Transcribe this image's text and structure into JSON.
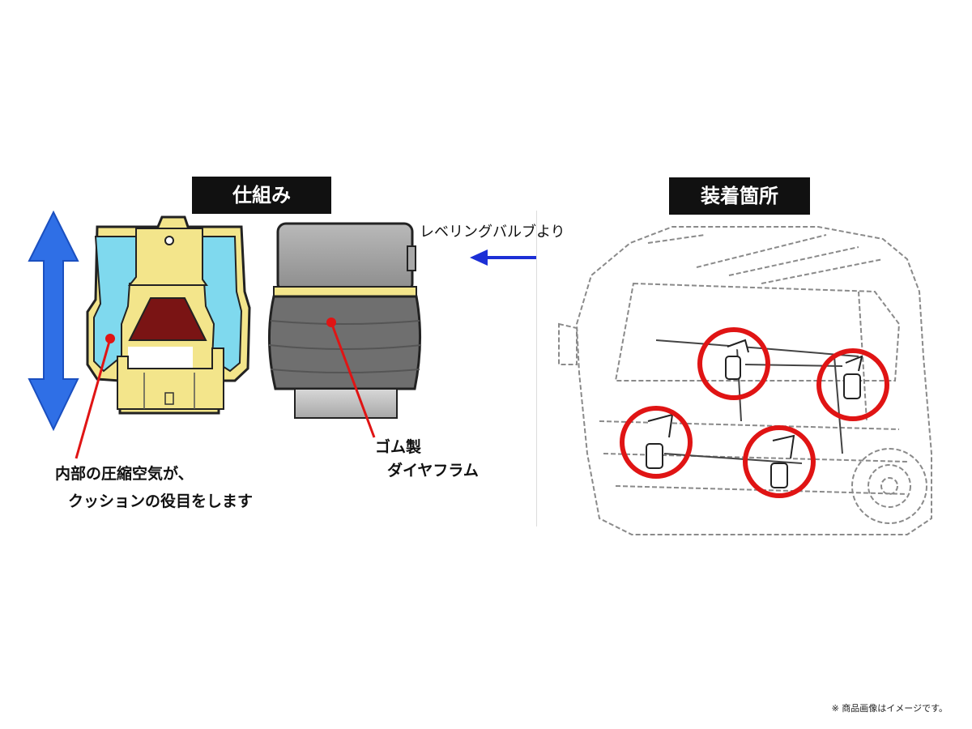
{
  "left_panel": {
    "title": "仕組み",
    "compressed_air_line1": "内部の圧縮空気が、",
    "compressed_air_line2": "クッションの役目をします",
    "rubber_line1": "ゴム製",
    "rubber_line2": "ダイヤフラム",
    "leveling_valve": "レベリングバルブより"
  },
  "right_panel": {
    "title": "装着箇所"
  },
  "footer": {
    "disclaimer": "※ 商品画像はイメージです。"
  },
  "colors": {
    "arrow_blue": "#2f6fe6",
    "inlet_arrow": "#1c2fd6",
    "cushion_yellow": "#f3e58b",
    "air_cyan": "#7fd9ee",
    "rubber_core": "#7a1414",
    "diaphragm_gray": "#7b7b7b",
    "highlight_red": "#e01414"
  }
}
